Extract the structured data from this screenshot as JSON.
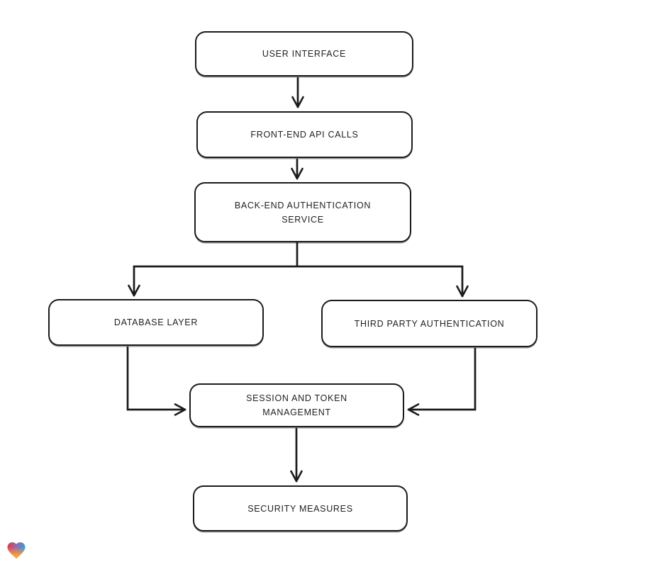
{
  "diagram": {
    "type": "flowchart",
    "style": {
      "stroke_color": "#1b1b1b",
      "box_fill": "#ffffff",
      "background": "#ffffff",
      "look": "hand-drawn"
    },
    "nodes": [
      {
        "id": "user-interface",
        "label": "USER INTERFACE"
      },
      {
        "id": "front-end-api-calls",
        "label": "FRONT-END API CALLS"
      },
      {
        "id": "back-end-authentication-service",
        "label": "BACK-END AUTHENTICATION SERVICE"
      },
      {
        "id": "database-layer",
        "label": "DATABASE LAYER"
      },
      {
        "id": "third-party-authentication",
        "label": "THIRD PARTY AUTHENTICATION"
      },
      {
        "id": "session-and-token-management",
        "label": "SESSION AND TOKEN MANAGEMENT"
      },
      {
        "id": "security-measures",
        "label": "SECURITY MEASURES"
      }
    ],
    "edges": [
      {
        "from": "user-interface",
        "to": "front-end-api-calls"
      },
      {
        "from": "front-end-api-calls",
        "to": "back-end-authentication-service"
      },
      {
        "from": "back-end-authentication-service",
        "to": "database-layer"
      },
      {
        "from": "back-end-authentication-service",
        "to": "third-party-authentication"
      },
      {
        "from": "database-layer",
        "to": "session-and-token-management"
      },
      {
        "from": "third-party-authentication",
        "to": "session-and-token-management"
      },
      {
        "from": "session-and-token-management",
        "to": "security-measures"
      }
    ]
  },
  "logo": {
    "name": "gradient-heart",
    "colors": [
      "#e63946",
      "#2aa7d6",
      "#f5a13d"
    ]
  }
}
